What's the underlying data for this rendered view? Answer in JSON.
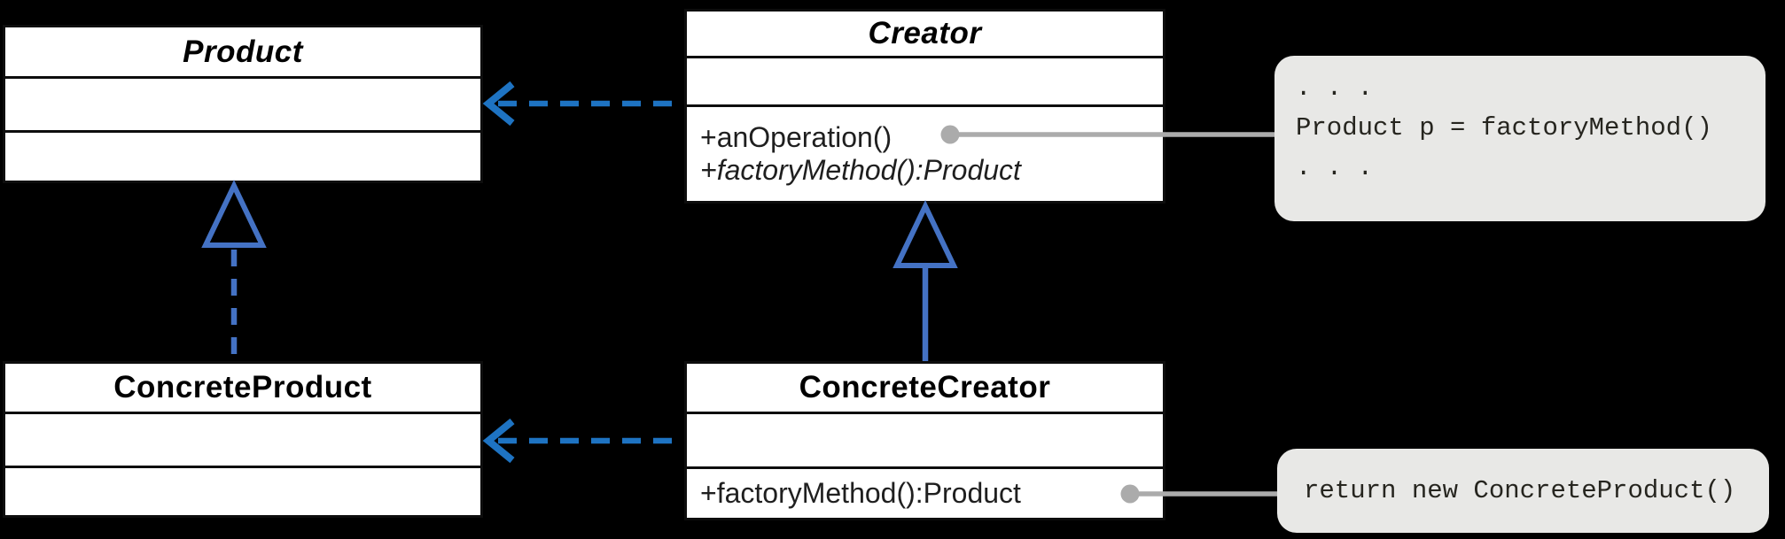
{
  "diagram": {
    "name": "factory-method-pattern-uml",
    "classes": {
      "product": {
        "name": "Product",
        "abstract": true,
        "methods": []
      },
      "creator": {
        "name": "Creator",
        "abstract": true,
        "methods": [
          "+anOperation()",
          "+factoryMethod():Product"
        ]
      },
      "concrete_product": {
        "name": "ConcreteProduct",
        "abstract": false,
        "methods": []
      },
      "concrete_creator": {
        "name": "ConcreteCreator",
        "abstract": false,
        "methods": [
          "+factoryMethod():Product"
        ]
      }
    },
    "notes": {
      "creator_note": {
        "lines": [
          ". . .",
          "Product p = factoryMethod()",
          ". . ."
        ]
      },
      "concrete_creator_note": {
        "lines": [
          "return new ConcreteProduct()"
        ]
      }
    },
    "relationships": [
      {
        "type": "dependency",
        "from": "creator",
        "to": "product",
        "style": "dashed-open-arrow"
      },
      {
        "type": "dependency",
        "from": "concrete_creator",
        "to": "concrete_product",
        "style": "dashed-open-arrow"
      },
      {
        "type": "realization",
        "from": "concrete_product",
        "to": "product",
        "style": "dashed-hollow-triangle"
      },
      {
        "type": "generalization",
        "from": "concrete_creator",
        "to": "creator",
        "style": "solid-hollow-triangle"
      },
      {
        "type": "note-anchor",
        "from": "creator.anOperation",
        "to": "creator_note",
        "style": "gray-line-dot"
      },
      {
        "type": "note-anchor",
        "from": "concrete_creator.factoryMethod",
        "to": "concrete_creator_note",
        "style": "gray-line-dot"
      }
    ],
    "colors": {
      "background": "#000000",
      "box_fill": "#ffffff",
      "box_border": "#0d0d0d",
      "dependency_blue": "#1e73c2",
      "inheritance_blue": "#4472c4",
      "connector_gray": "#ababab",
      "note_fill": "#e8e8e6",
      "note_text": "#26251f"
    }
  }
}
